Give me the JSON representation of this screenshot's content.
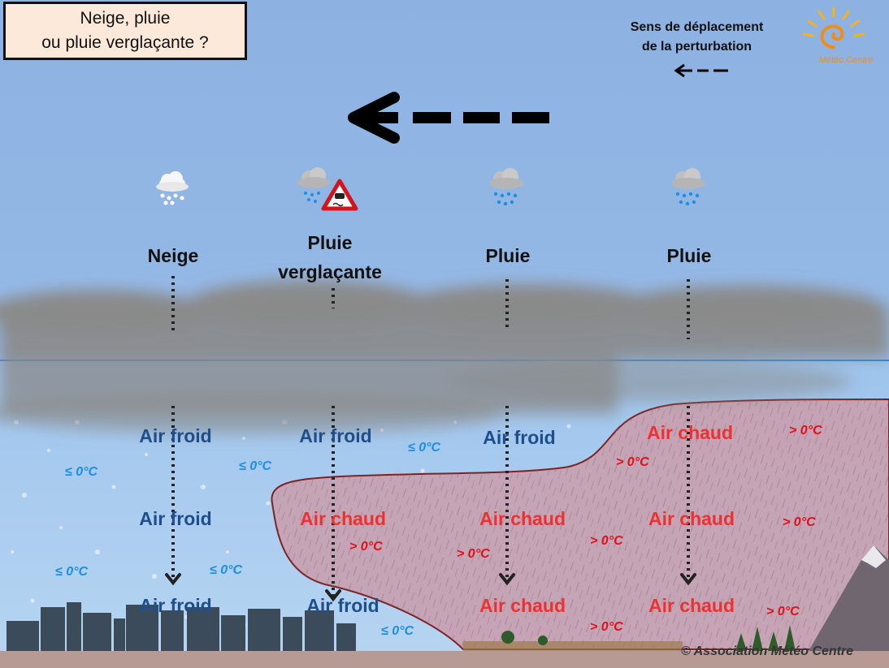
{
  "title": {
    "line1": "Neige, pluie",
    "line2": "ou pluie verglaçante ?"
  },
  "legend": {
    "line1": "Sens de déplacement",
    "line2": "de la perturbation",
    "arrow_icon": "dashed-left-arrow-icon"
  },
  "logo": {
    "text": "Météo Centre",
    "icon": "sun-spiral-icon",
    "color": "#f5b21b"
  },
  "columns": [
    {
      "precipitation": [
        "Neige"
      ],
      "icon": "snow-cloud-icon",
      "air_layers": [
        {
          "label": "Air froid",
          "type": "froid"
        },
        {
          "label": "Air froid",
          "type": "froid"
        },
        {
          "label": "Air froid",
          "type": "froid"
        }
      ]
    },
    {
      "precipitation": [
        "Pluie",
        "verglaçante"
      ],
      "icon": "freezing-rain-cloud-icon",
      "warning_icon": "slippery-road-warning-icon",
      "air_layers": [
        {
          "label": "Air froid",
          "type": "froid"
        },
        {
          "label": "Air chaud",
          "type": "chaud"
        },
        {
          "label": "Air froid",
          "type": "froid"
        }
      ]
    },
    {
      "precipitation": [
        "Pluie"
      ],
      "icon": "rain-cloud-icon",
      "air_layers": [
        {
          "label": "Air froid",
          "type": "froid"
        },
        {
          "label": "Air chaud",
          "type": "chaud"
        },
        {
          "label": "Air chaud",
          "type": "chaud"
        }
      ]
    },
    {
      "precipitation": [
        "Pluie"
      ],
      "icon": "rain-cloud-icon",
      "air_layers": [
        {
          "label": "Air chaud",
          "type": "chaud"
        },
        {
          "label": "Air chaud",
          "type": "chaud"
        },
        {
          "label": "Air chaud",
          "type": "chaud"
        }
      ]
    }
  ],
  "temperatures": {
    "cold": "≤ 0°C",
    "warm": "> 0°C"
  },
  "credit": "© Association Météo Centre",
  "colors": {
    "sky": "#8fb4e3",
    "cloud": "#8c8c8c",
    "cold_air": "#a7c9ec",
    "warm_air": "#c9a3b4",
    "warm_border": "#7a1a1a",
    "froid_text": "#1f4e8c",
    "chaud_text": "#ef3030"
  }
}
